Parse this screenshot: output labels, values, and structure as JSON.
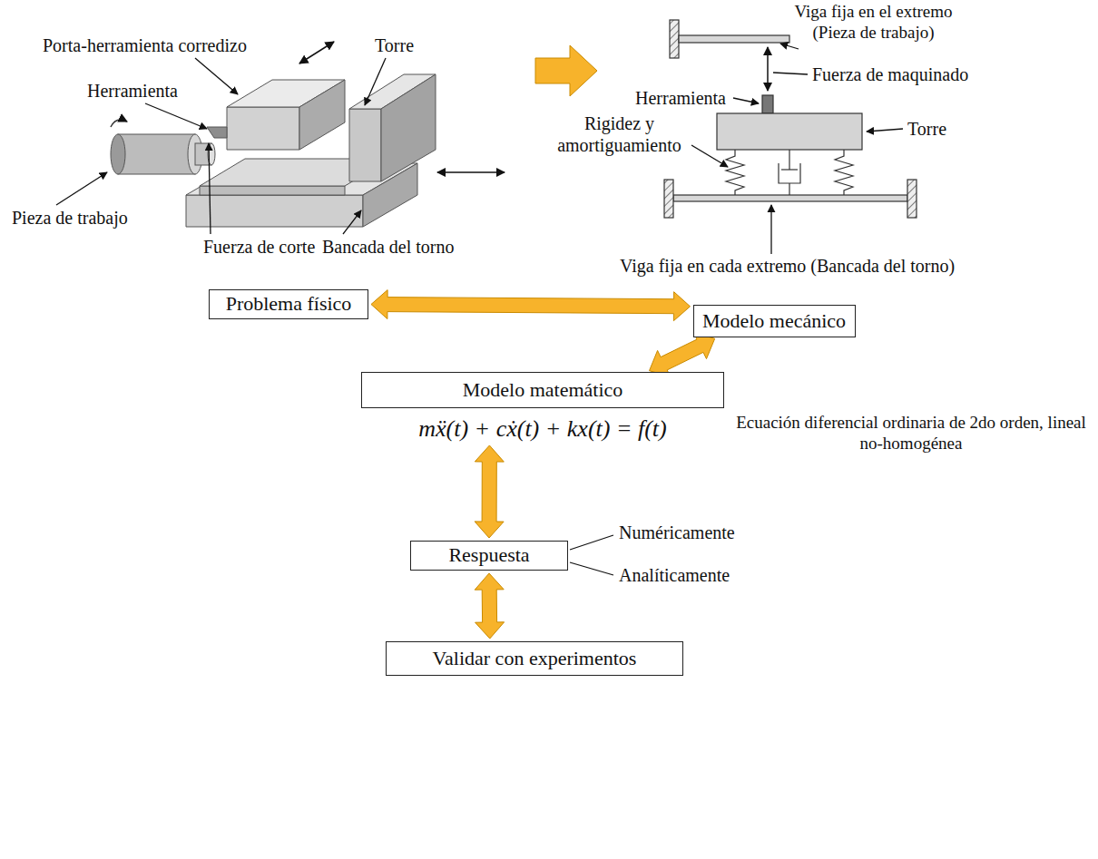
{
  "diagram": {
    "nodes": [
      {
        "text": [
          "Problema físico"
        ]
      },
      {
        "text": [
          "Modelo mecánico"
        ]
      },
      {
        "text": [
          "Modelo matemático",
          "mẍ(t) + cẋ(t) + kx(t) = f(t)"
        ]
      },
      {
        "text": [
          "Respuesta"
        ]
      },
      {
        "text": [
          "Validar con experimentos"
        ]
      }
    ],
    "edges": [
      {
        "from": 0,
        "to": 1,
        "arrow": "both"
      },
      {
        "from": 1,
        "to": 2,
        "arrow": "both"
      },
      {
        "from": 2,
        "to": 3,
        "arrow": "both"
      },
      {
        "from": 3,
        "to": 4,
        "arrow": "both"
      }
    ],
    "labels": [
      "Porta-herramienta corredizo",
      "Torre",
      "Herramienta",
      "Pieza de trabajo",
      "Fuerza de corte",
      "Bancada del torno",
      "Viga fija en el extremo (Pieza de trabajo)",
      "Herramienta",
      "Fuerza de maquinado",
      "Rigidez y amortiguamiento",
      "Torre",
      "Viga fija en cada extremo (Bancada del torno)",
      "Ecuación diferencial ordinaria de 2do orden, lineal no-homogénea",
      "Numéricamente",
      "Analíticamente"
    ]
  }
}
